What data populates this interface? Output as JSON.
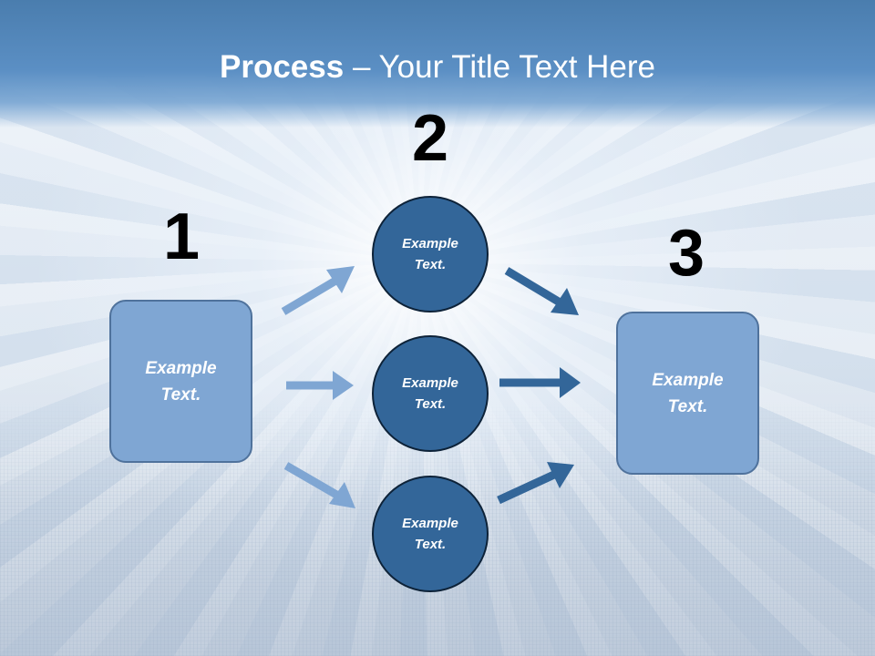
{
  "title": {
    "bold": "Process",
    "rest": " – Your Title Text Here"
  },
  "steps": [
    {
      "number": "1",
      "text": "Example Text."
    },
    {
      "number": "2",
      "items": [
        "Example Text.",
        "Example Text.",
        "Example Text."
      ]
    },
    {
      "number": "3",
      "text": "Example Text."
    }
  ],
  "colors": {
    "header": "#5b8fc4",
    "box_fill": "#7fa6d3",
    "circle_fill": "#336699",
    "arrow_light": "#7fa6d3",
    "arrow_dark": "#336699"
  }
}
